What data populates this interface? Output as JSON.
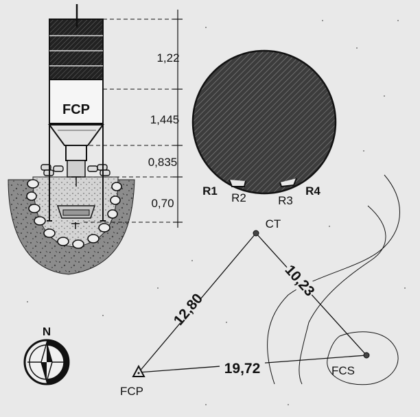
{
  "tower": {
    "label": "FCP",
    "dimensions": [
      "1,22",
      "1,445",
      "0,835",
      "0,70"
    ]
  },
  "plan": {
    "labels": [
      "R1",
      "R2",
      "R3",
      "R4"
    ]
  },
  "network": {
    "stations": {
      "ct": "CT",
      "fcp": "FCP",
      "fcs": "FCS"
    },
    "distances": {
      "fcp_ct": "12,80",
      "ct_fcs": "10,23",
      "fcp_fcs": "19,72"
    }
  },
  "compass": {
    "north": "N"
  },
  "colors": {
    "ink": "#111111",
    "paper": "#e9e9e9",
    "soil": "#8a8a8a"
  }
}
